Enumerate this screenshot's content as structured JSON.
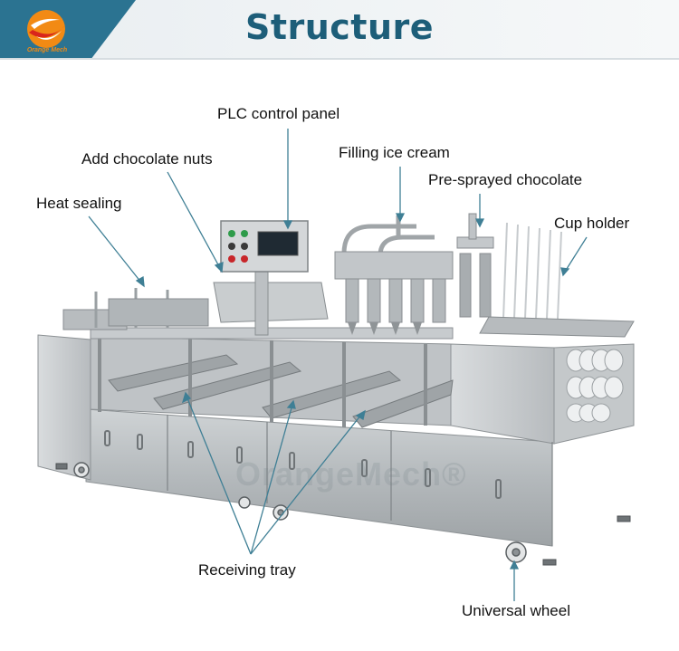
{
  "header": {
    "title": "Structure",
    "logo_text": "Orange Mech",
    "colors": {
      "title": "#1d5e79",
      "bar": "#2b7391",
      "leader": "#3f7f95",
      "logo_orange": "#f28a14",
      "logo_red": "#d9261c"
    }
  },
  "labels": {
    "plc_control_panel": "PLC control panel",
    "add_chocolate_nuts": "Add chocolate nuts",
    "filling_ice_cream": "Filling ice cream",
    "heat_sealing": "Heat sealing",
    "pre_sprayed_chocolate": "Pre-sprayed chocolate",
    "cup_holder": "Cup holder",
    "receiving_tray": "Receiving tray",
    "universal_wheel": "Universal wheel"
  },
  "watermark": "OrangeMech®"
}
